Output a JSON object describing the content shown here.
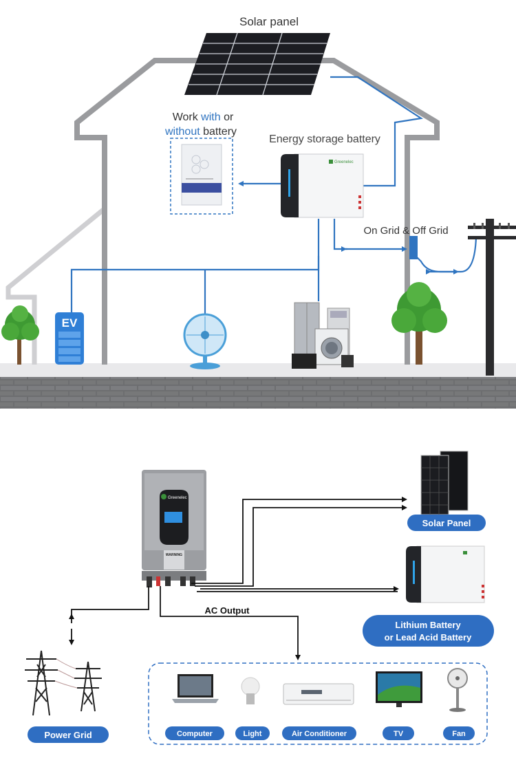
{
  "top": {
    "solar_panel": "Solar panel",
    "work_battery": {
      "w1": "Work ",
      "w2": "with",
      "w3": " or",
      "w4": "without",
      "w5": " battery"
    },
    "energy_storage": "Energy storage battery",
    "on_off_grid": "On Grid & Off Grid",
    "ev": "EV",
    "battery_brand": "Greenelec"
  },
  "bottom": {
    "inverter_brand": "Greenelec",
    "warning": "WARNING",
    "solar_panel": "Solar Panel",
    "battery_l1": "Lithium Battery",
    "battery_l2": "or Lead Acid Battery",
    "ac_output": "AC Output",
    "power_grid": "Power Grid",
    "loads": [
      "Computer",
      "Light",
      "Air Conditioner",
      "TV",
      "Fan"
    ]
  },
  "colors": {
    "blue_line": "#2f74c0",
    "pill": "#2f6ec2",
    "accent_text": "#2f74c0"
  }
}
